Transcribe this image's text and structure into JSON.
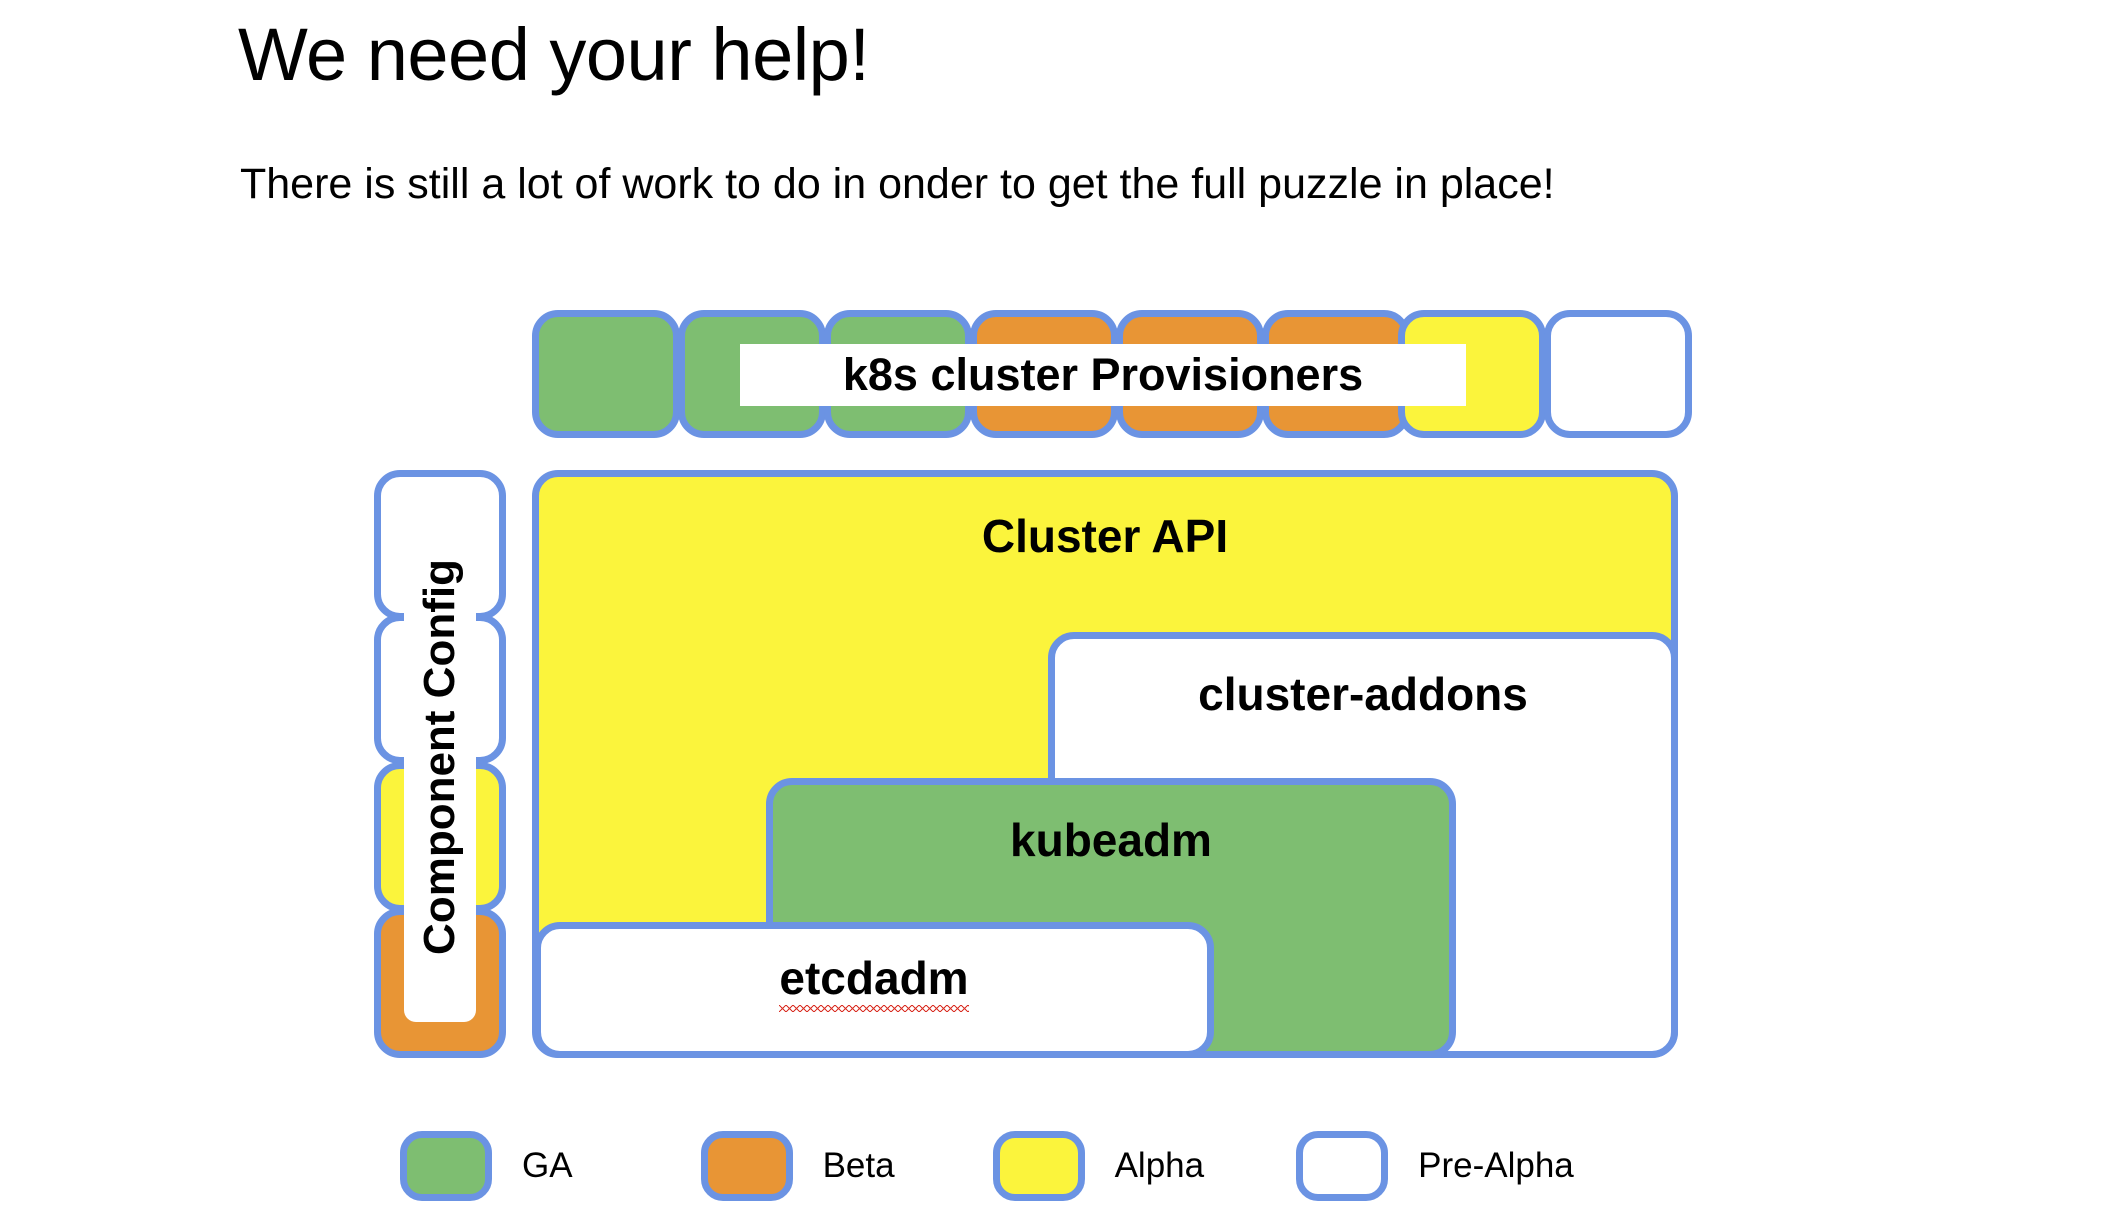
{
  "slide": {
    "title": "We need your help!",
    "subtitle": "There is still a lot of work to do in onder to get the full puzzle in place!"
  },
  "colors": {
    "border": "#6b93e3",
    "ga": "#7ebe71",
    "beta": "#e89535",
    "alpha": "#fbf43c",
    "prealpha": "#ffffff"
  },
  "provisioner_row": {
    "label": "k8s cluster Provisioners",
    "cells": [
      {
        "maturity": "GA",
        "fill_class": "fill-ga"
      },
      {
        "maturity": "GA",
        "fill_class": "fill-ga"
      },
      {
        "maturity": "GA",
        "fill_class": "fill-ga"
      },
      {
        "maturity": "Beta",
        "fill_class": "fill-beta"
      },
      {
        "maturity": "Beta",
        "fill_class": "fill-beta"
      },
      {
        "maturity": "Beta",
        "fill_class": "fill-beta"
      },
      {
        "maturity": "Alpha",
        "fill_class": "fill-alpha"
      },
      {
        "maturity": "Pre-Alpha",
        "fill_class": "fill-prealpha"
      }
    ]
  },
  "component_config": {
    "label": "Component Config",
    "cells": [
      {
        "maturity": "Pre-Alpha",
        "fill_class": "fill-prealpha"
      },
      {
        "maturity": "Pre-Alpha",
        "fill_class": "fill-prealpha"
      },
      {
        "maturity": "Alpha",
        "fill_class": "fill-alpha"
      },
      {
        "maturity": "Beta",
        "fill_class": "fill-beta"
      }
    ]
  },
  "stack": {
    "cluster_api": {
      "label": "Cluster API",
      "maturity": "Alpha"
    },
    "cluster_addons": {
      "label": "cluster-addons",
      "maturity": "Pre-Alpha"
    },
    "kubeadm": {
      "label": "kubeadm",
      "maturity": "GA"
    },
    "etcdadm": {
      "label": "etcdadm",
      "maturity": "Pre-Alpha",
      "spellcheck_underline": true
    }
  },
  "legend": {
    "items": [
      {
        "label": "GA",
        "fill_class": "fill-ga"
      },
      {
        "label": "Beta",
        "fill_class": "fill-beta"
      },
      {
        "label": "Alpha",
        "fill_class": "fill-alpha"
      },
      {
        "label": "Pre-Alpha",
        "fill_class": "fill-prealpha"
      }
    ]
  }
}
